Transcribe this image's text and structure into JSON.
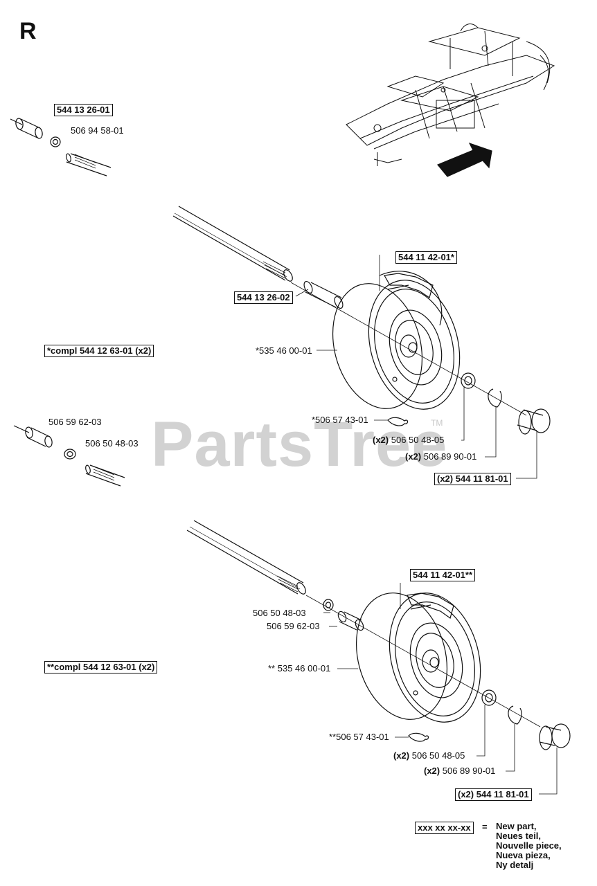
{
  "page_letter": "R",
  "watermark": "PartsTree",
  "watermark_tm": "TM",
  "labels": {
    "p1": "544 13 26-01",
    "p2": "506 94 58-01",
    "p3": "544 11 42-01*",
    "p4": "544 13 26-02",
    "p5": "*compl 544 12 63-01 (x2)",
    "p6": "*535 46 00-01",
    "p7": "506 59 62-03",
    "p8": "506 50 48-03",
    "p9": "*506 57 43-01",
    "p10_qty": "(x2)",
    "p10": "506 50 48-05",
    "p11_qty": "(x2)",
    "p11": "506 89 90-01",
    "p12": "(x2) 544 11 81-01",
    "p13": "544 11 42-01**",
    "p14": "506 50 48-03",
    "p15": "506 59 62-03",
    "p16": "**compl 544 12 63-01 (x2)",
    "p17": "** 535 46 00-01",
    "p18": "**506 57 43-01",
    "p19_qty": "(x2)",
    "p19": "506 50 48-05",
    "p20_qty": "(x2)",
    "p20": "506 89 90-01",
    "p21": "(x2) 544 11 81-01"
  },
  "legend": {
    "code": "xxx xx xx-xx",
    "equals": "=",
    "lines": [
      "New part,",
      "Neues teil,",
      "Nouvelle piece,",
      "Nueva pieza,",
      "Ny detalj"
    ]
  }
}
